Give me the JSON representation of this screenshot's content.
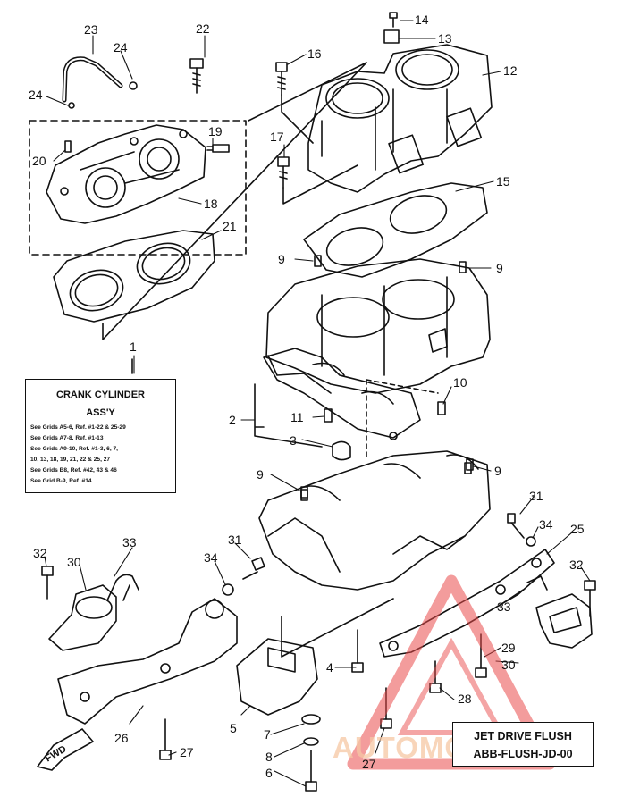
{
  "diagram": {
    "callouts": [
      {
        "id": "c23",
        "text": "23"
      },
      {
        "id": "c24a",
        "text": "24"
      },
      {
        "id": "c24b",
        "text": "24"
      },
      {
        "id": "c22",
        "text": "22"
      },
      {
        "id": "c14",
        "text": "14"
      },
      {
        "id": "c13",
        "text": "13"
      },
      {
        "id": "c16",
        "text": "16"
      },
      {
        "id": "c12",
        "text": "12"
      },
      {
        "id": "c20",
        "text": "20"
      },
      {
        "id": "c19",
        "text": "19"
      },
      {
        "id": "c17",
        "text": "17"
      },
      {
        "id": "c18",
        "text": "18"
      },
      {
        "id": "c15",
        "text": "15"
      },
      {
        "id": "c21",
        "text": "21"
      },
      {
        "id": "c9a",
        "text": "9"
      },
      {
        "id": "c9b",
        "text": "9"
      },
      {
        "id": "c1",
        "text": "1"
      },
      {
        "id": "c10",
        "text": "10"
      },
      {
        "id": "c2",
        "text": "2"
      },
      {
        "id": "c11",
        "text": "11"
      },
      {
        "id": "c3",
        "text": "3"
      },
      {
        "id": "c9c",
        "text": "9"
      },
      {
        "id": "c9d",
        "text": "9"
      },
      {
        "id": "c31a",
        "text": "31"
      },
      {
        "id": "c34a",
        "text": "34"
      },
      {
        "id": "c25",
        "text": "25"
      },
      {
        "id": "c32a",
        "text": "32"
      },
      {
        "id": "c33a",
        "text": "33"
      },
      {
        "id": "c30a",
        "text": "30"
      },
      {
        "id": "c31b",
        "text": "31"
      },
      {
        "id": "c34b",
        "text": "34"
      },
      {
        "id": "c32b",
        "text": "32"
      },
      {
        "id": "c33b",
        "text": "33"
      },
      {
        "id": "c29",
        "text": "29"
      },
      {
        "id": "c30b",
        "text": "30"
      },
      {
        "id": "c4",
        "text": "4"
      },
      {
        "id": "c28",
        "text": "28"
      },
      {
        "id": "c26",
        "text": "26"
      },
      {
        "id": "c5",
        "text": "5"
      },
      {
        "id": "c7",
        "text": "7"
      },
      {
        "id": "c27a",
        "text": "27"
      },
      {
        "id": "c8",
        "text": "8"
      },
      {
        "id": "c27b",
        "text": "27"
      },
      {
        "id": "c6",
        "text": "6"
      }
    ],
    "reference_box": {
      "title_line1": "CRANK CYLINDER",
      "title_line2": "ASS'Y",
      "lines": [
        "See Grids A5-6, Ref. #1-22 & 25-29",
        "See Grids A7-8, Ref. #1-13",
        "See Grids A9-10, Ref. #1-3, 6, 7,",
        "10, 13, 18, 19, 21, 22 & 25, 27",
        "See Grids B8, Ref. #42, 43 & 46",
        "See Grid B-9, Ref. #14"
      ]
    },
    "flush_box": {
      "line1": "JET DRIVE FLUSH",
      "line2": "ABB-FLUSH-JD-00"
    },
    "direction_label": "FWD",
    "watermark_text": "AUTOMOTOHUB",
    "watermark_color": "#f2a37a",
    "watermark_triangle_color": "#e94b4b",
    "line_color": "#111111"
  }
}
